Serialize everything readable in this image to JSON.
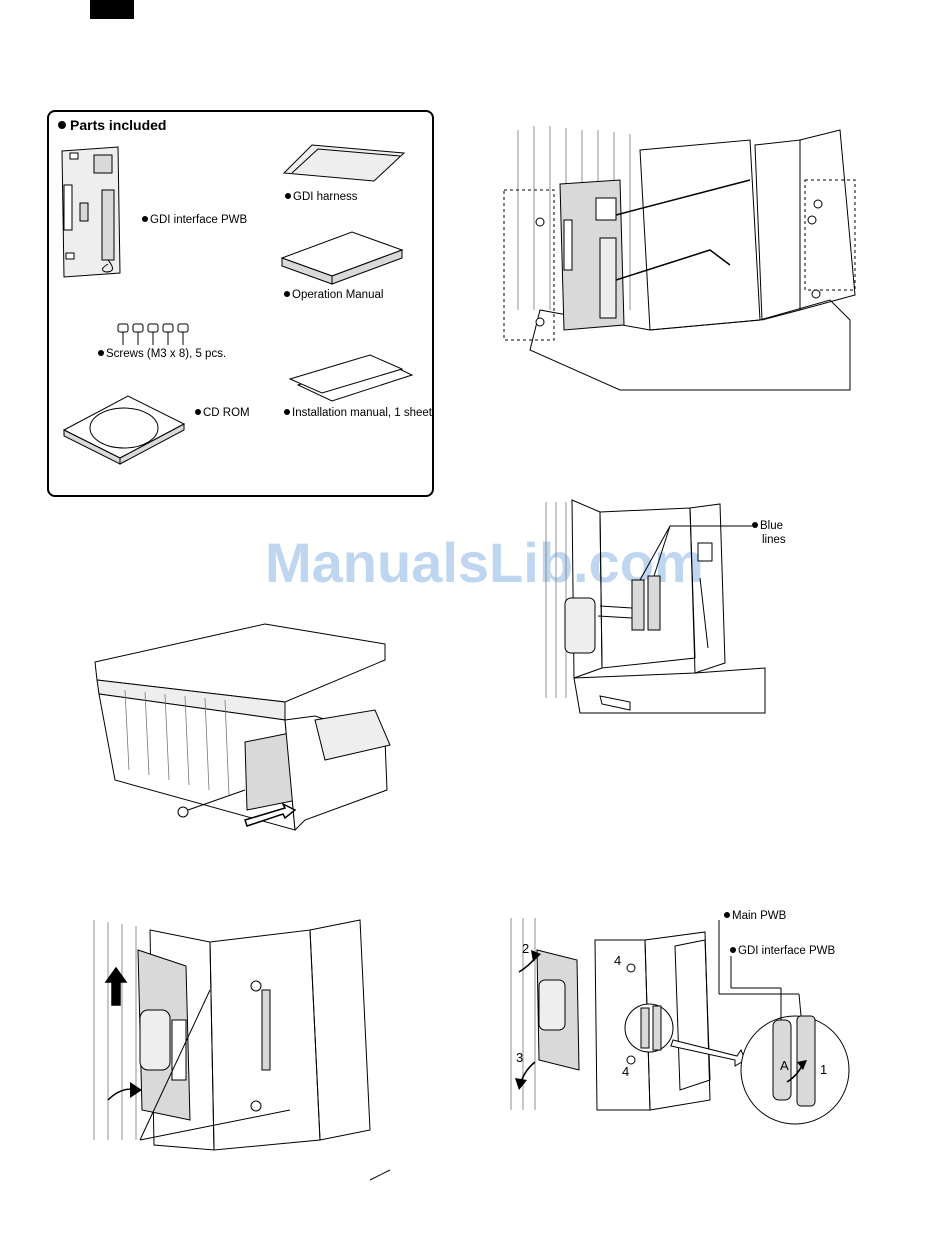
{
  "parts": {
    "heading": "Parts included",
    "items": [
      {
        "label": "GDI interface PWB"
      },
      {
        "label": "GDI harness"
      },
      {
        "label": "Operation Manual"
      },
      {
        "label": "Screws (M3 x 8), 5 pcs."
      },
      {
        "label": "CD ROM"
      },
      {
        "label": "Installation manual, 1 sheet"
      }
    ]
  },
  "watermark": "ManualsLib.com",
  "figure_blue_lines": {
    "label_line1": "Blue",
    "label_line2": "lines"
  },
  "figure_boards": {
    "main_pwb": "Main PWB",
    "gdi_pwb": "GDI interface PWB",
    "step2": "2",
    "step3": "3",
    "step4a": "4",
    "step4b": "4",
    "detail_a": "A",
    "detail_1": "1"
  }
}
